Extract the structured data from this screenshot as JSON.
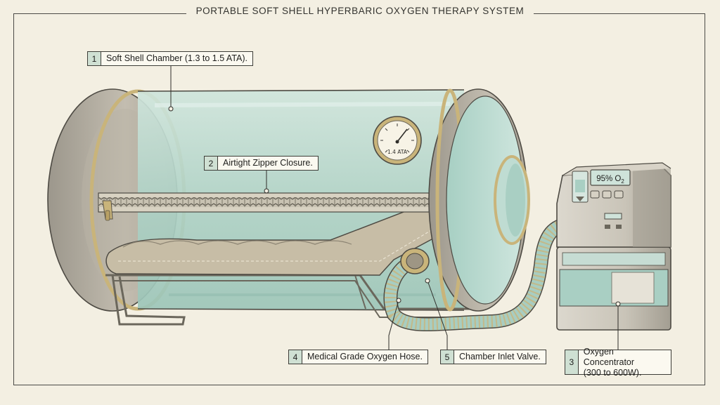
{
  "title": "PORTABLE SOFT SHELL HYPERBARIC OXYGEN THERAPY SYSTEM",
  "gauge": {
    "reading": "1.4 ATA"
  },
  "concentrator_display": {
    "value": "95% O",
    "subscript": "2"
  },
  "callouts": [
    {
      "number": "1",
      "text": "Soft Shell Chamber (1.3 to 1.5 ATA)."
    },
    {
      "number": "2",
      "text": "Airtight Zipper Closure."
    },
    {
      "number": "3",
      "line1": "Oxygen Concentrator",
      "line2": "(300 to 600W)."
    },
    {
      "number": "4",
      "text": "Medical Grade Oxygen Hose."
    },
    {
      "number": "5",
      "text": "Chamber Inlet Valve."
    }
  ],
  "colors": {
    "chamber_glass": "#b7d6cc",
    "end_cap": "#b3ada0",
    "brass_ring": "#c9b47a",
    "background": "#f3efe2"
  }
}
